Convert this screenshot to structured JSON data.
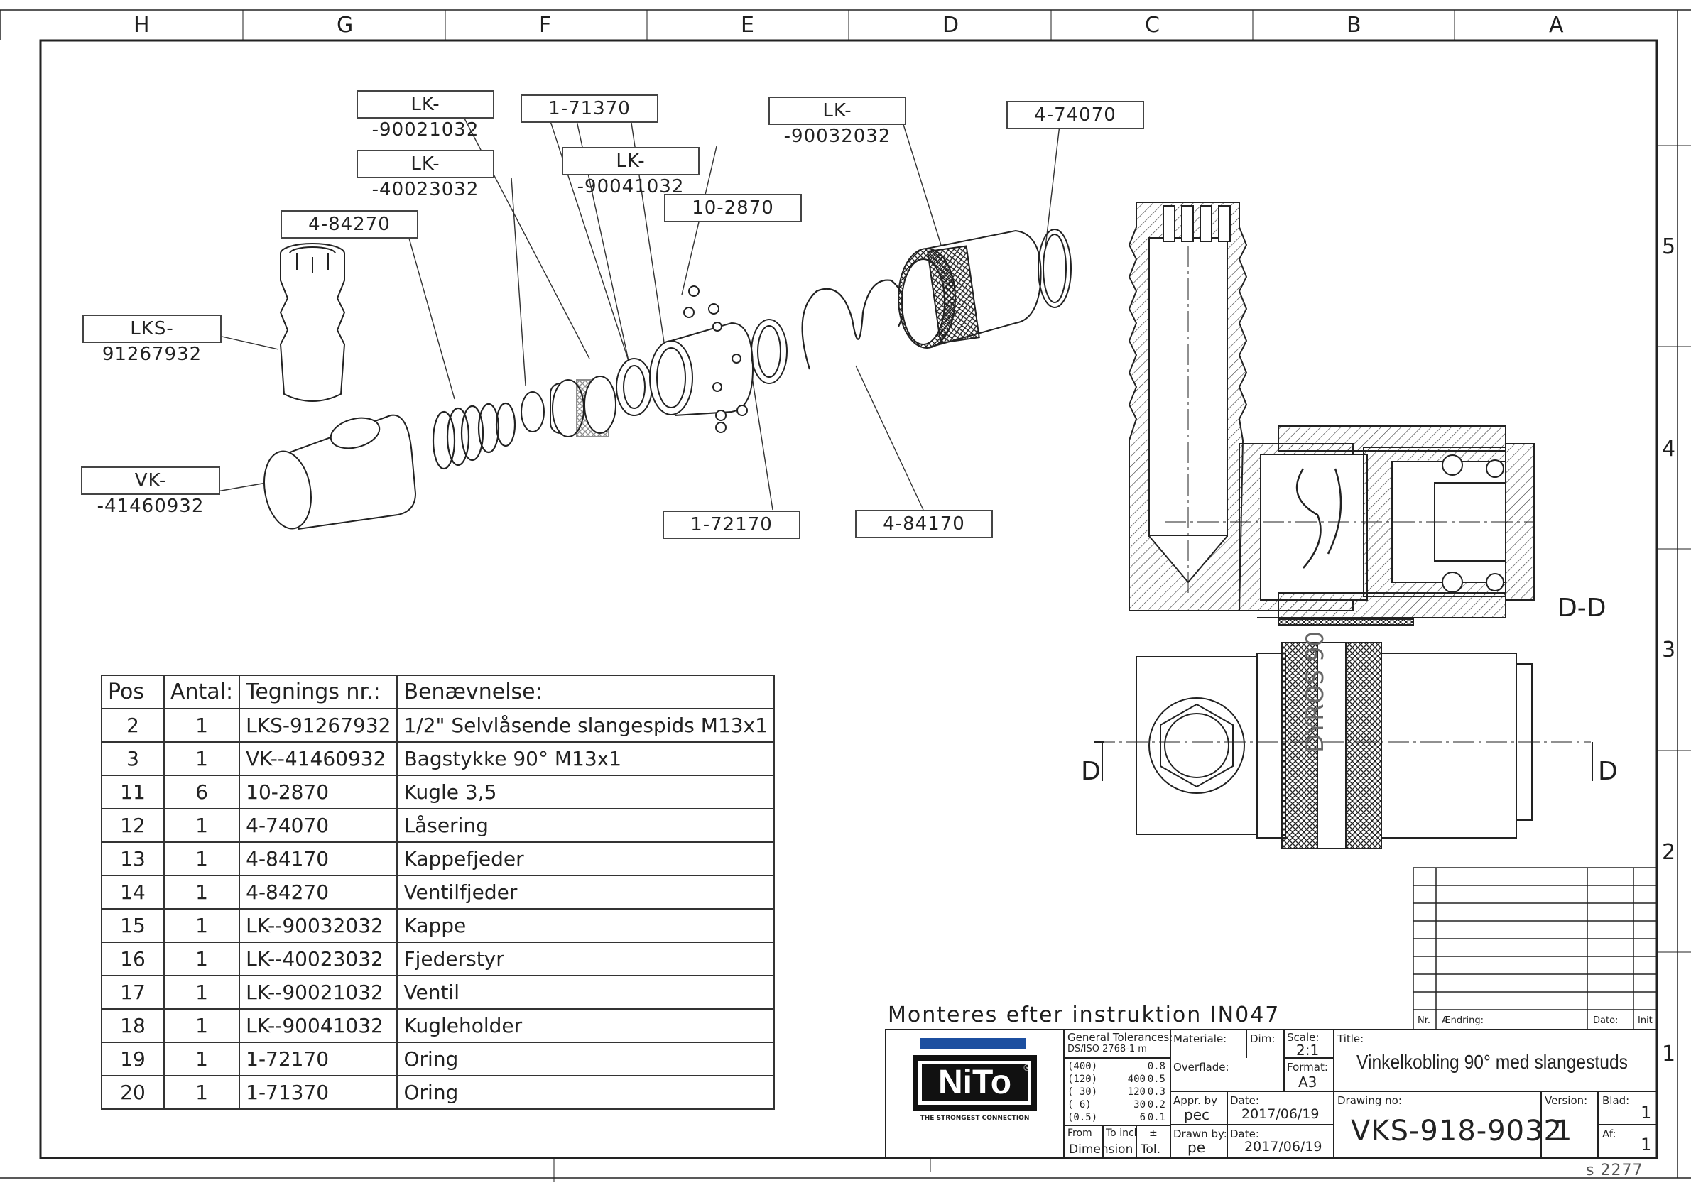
{
  "zone_letters": [
    "H",
    "G",
    "F",
    "E",
    "D",
    "C",
    "B",
    "A"
  ],
  "zone_numbers": [
    "5",
    "4",
    "3",
    "2",
    "1"
  ],
  "callouts": [
    "LK--90021032",
    "1-71370",
    "LK--90032032",
    "4-74070",
    "LK--40023032",
    "LK--90041032",
    "10-2870",
    "4-84270",
    "LKS-91267932",
    "VK--41460932",
    "1-72170",
    "4-84170"
  ],
  "section_label": "D-D",
  "section_marker": "D",
  "stamp_text": "DYROS 90",
  "bom": {
    "headers": [
      "Pos",
      "Antal:",
      "Tegnings nr.:",
      "Benævnelse:"
    ],
    "rows": [
      [
        "2",
        "1",
        "LKS-91267932",
        "1/2\" Selvlåsende slangespids M13x1"
      ],
      [
        "3",
        "1",
        "VK--41460932",
        "Bagstykke 90° M13x1"
      ],
      [
        "11",
        "6",
        "10-2870",
        "Kugle 3,5"
      ],
      [
        "12",
        "1",
        "4-74070",
        "Låsering"
      ],
      [
        "13",
        "1",
        "4-84170",
        "Kappefjeder"
      ],
      [
        "14",
        "1",
        "4-84270",
        "Ventilfjeder"
      ],
      [
        "15",
        "1",
        "LK--90032032",
        "Kappe"
      ],
      [
        "16",
        "1",
        "LK--40023032",
        "Fjederstyr"
      ],
      [
        "17",
        "1",
        "LK--90021032",
        "Ventil"
      ],
      [
        "18",
        "1",
        "LK--90041032",
        "Kugleholder"
      ],
      [
        "19",
        "1",
        "1-72170",
        "Oring"
      ],
      [
        "20",
        "1",
        "1-71370",
        "Oring"
      ]
    ]
  },
  "note": "Monteres efter instruktion IN047",
  "revision_headers": {
    "nr": "Nr.",
    "change": "Ændring:",
    "date": "Dato:",
    "init": "Init"
  },
  "title_block": {
    "logo": "NiTo",
    "logo_mark": "®",
    "tagline": "THE STRONGEST CONNECTION",
    "tolerances_label": "General Tolerances:",
    "tolerances_std": "DS/ISO 2768-1 m",
    "tol_rows": [
      [
        "(400)",
        "",
        "0.8"
      ],
      [
        "(120)",
        "400",
        "0.5"
      ],
      [
        "( 30)",
        "120",
        "0.3"
      ],
      [
        "(  6)",
        "30",
        "0.2"
      ],
      [
        "(0.5)",
        "6",
        "0.1"
      ]
    ],
    "from_label": "From",
    "to_label": "To incl",
    "pm_label": "±",
    "dimension_label": "Dimension",
    "tol_label": "Tol.",
    "materiale_label": "Materiale:",
    "dim_label": "Dim:",
    "overflade_label": "Overflade:",
    "scale_label": "Scale:",
    "scale": "2:1",
    "format_label": "Format:",
    "format": "A3",
    "appr_label": "Appr. by",
    "appr": "pec",
    "date1_label": "Date:",
    "date1": "2017/06/19",
    "drawn_label": "Drawn by:",
    "drawn": "pe",
    "date2_label": "Date:",
    "date2": "2017/06/19",
    "title_label": "Title:",
    "title": "Vinkelkobling 90° med slangestuds",
    "drawing_no_label": "Drawing no:",
    "drawing_no": "VKS-918-9032",
    "version_label": "Version:",
    "version": "1",
    "blad_label": "Blad:",
    "blad": "1",
    "af_label": "Af:",
    "af": "1"
  },
  "sheet_code": "s 2277"
}
